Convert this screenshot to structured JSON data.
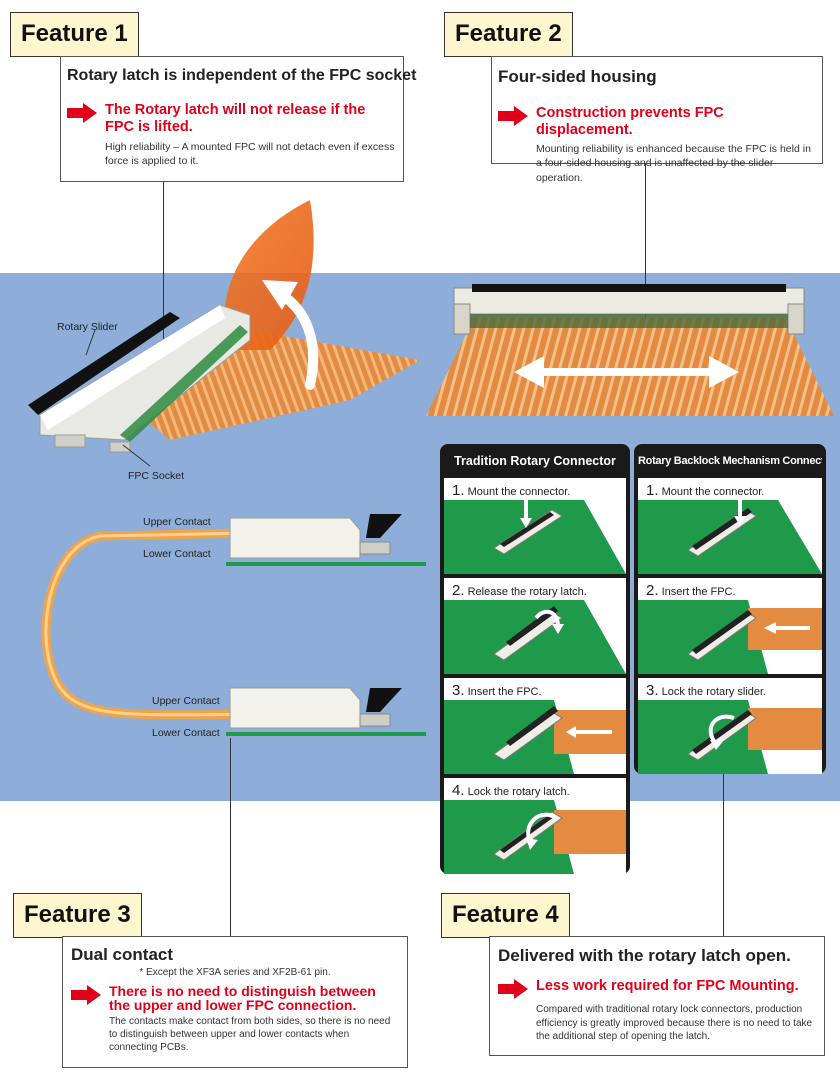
{
  "feature1": {
    "tag": "Feature 1",
    "title": "Rotary latch is independent of the FPC socket",
    "highlight": "The Rotary latch will not release if the FPC is lifted.",
    "description": "High reliability – A mounted FPC will not detach even if excess force is applied to it."
  },
  "feature2": {
    "tag": "Feature 2",
    "title": "Four-sided housing",
    "highlight": "Construction prevents FPC displacement.",
    "description": "Mounting reliability is enhanced because the FPC is held in a four-sided housing and is unaffected by the slider operation."
  },
  "feature3": {
    "tag": "Feature 3",
    "title": "Dual contact",
    "note": "* Except the XF3A series and XF2B-61 pin.",
    "highlight": "There is no need to distinguish between the upper and lower FPC connection.",
    "description": "The contacts make contact from both sides, so there is no need to distinguish between upper and lower contacts when connecting PCBs."
  },
  "feature4": {
    "tag": "Feature 4",
    "title": "Delivered with the rotary latch open.",
    "highlight": "Less work required for FPC Mounting.",
    "description": "Compared with traditional rotary lock connectors, production efficiency is greatly improved because there is no need to take the additional step of opening the latch."
  },
  "labels": {
    "rotary_slider": "Rotary Slider",
    "fpc_socket": "FPC Socket",
    "upper_contact_1": "Upper Contact",
    "lower_contact_1": "Lower Contact",
    "upper_contact_2": "Upper Contact",
    "lower_contact_2": "Lower Contact"
  },
  "traditional": {
    "title": "Tradition Rotary Connector",
    "steps": [
      {
        "num": "1.",
        "text": "Mount the connector."
      },
      {
        "num": "2.",
        "text": "Release the rotary latch."
      },
      {
        "num": "3.",
        "text": "Insert the FPC."
      },
      {
        "num": "4.",
        "text": "Lock the rotary latch."
      }
    ]
  },
  "backlock": {
    "title": "Rotary Backlock Mechanism Connector",
    "steps": [
      {
        "num": "1.",
        "text": "Mount the connector."
      },
      {
        "num": "2.",
        "text": "Insert the FPC."
      },
      {
        "num": "3.",
        "text": "Lock the rotary slider."
      }
    ]
  },
  "colors": {
    "band": "#8eaed9",
    "accent_red": "#e1001a",
    "tag_bg": "#fdf6cf",
    "fpc_orange": "#e8823a",
    "pcb_green": "#1f9a4a"
  }
}
